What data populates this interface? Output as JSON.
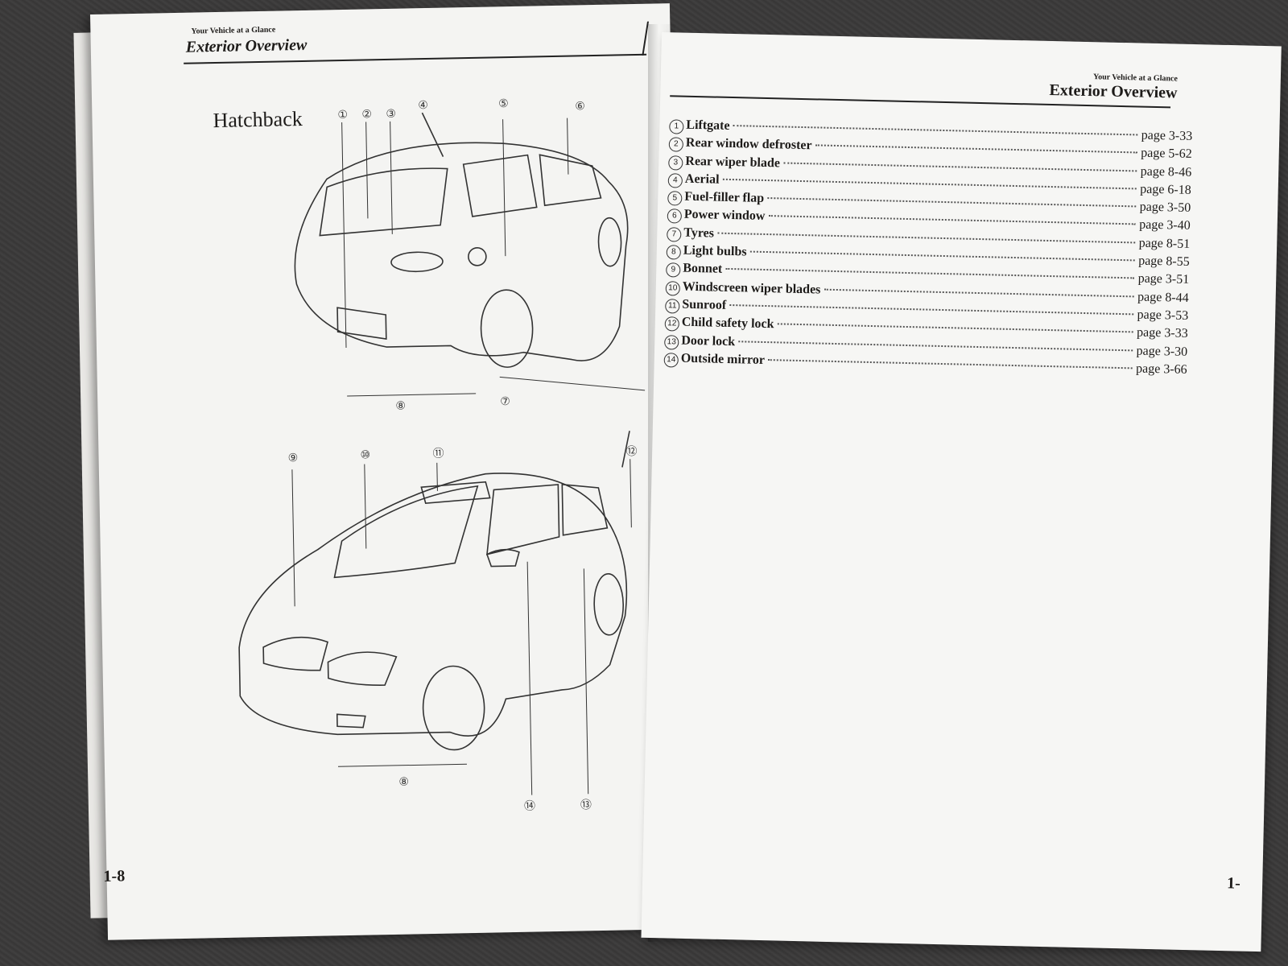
{
  "left_page": {
    "running_head_small": "Your Vehicle at a Glance",
    "running_head_title": "Exterior Overview",
    "section_label": "Hatchback",
    "page_number": "1-8",
    "callouts_top": [
      "①",
      "②",
      "③",
      "④",
      "⑤",
      "⑥",
      "⑦",
      "⑧"
    ],
    "callouts_bottom": [
      "⑨",
      "⑩",
      "⑪",
      "⑫",
      "⑬",
      "⑭",
      "⑧"
    ]
  },
  "right_page": {
    "running_head_small": "Your Vehicle at a Glance",
    "running_head_title": "Exterior Overview",
    "page_number": "1-",
    "index": [
      {
        "num": "1",
        "label": "Liftgate",
        "page": "page 3-33"
      },
      {
        "num": "2",
        "label": "Rear window defroster",
        "page": "page 5-62"
      },
      {
        "num": "3",
        "label": "Rear wiper blade",
        "page": "page 8-46"
      },
      {
        "num": "4",
        "label": "Aerial",
        "page": "page 6-18"
      },
      {
        "num": "5",
        "label": "Fuel-filler flap",
        "page": "page 3-50"
      },
      {
        "num": "6",
        "label": "Power window",
        "page": "page 3-40"
      },
      {
        "num": "7",
        "label": "Tyres",
        "page": "page 8-51"
      },
      {
        "num": "8",
        "label": "Light bulbs",
        "page": "page 8-55"
      },
      {
        "num": "9",
        "label": "Bonnet",
        "page": "page 3-51"
      },
      {
        "num": "10",
        "label": "Windscreen wiper blades",
        "page": "page 8-44"
      },
      {
        "num": "11",
        "label": "Sunroof",
        "page": "page 3-53"
      },
      {
        "num": "12",
        "label": "Child safety lock",
        "page": "page 3-33"
      },
      {
        "num": "13",
        "label": "Door lock",
        "page": "page 3-30"
      },
      {
        "num": "14",
        "label": "Outside mirror",
        "page": "page 3-66"
      }
    ]
  }
}
